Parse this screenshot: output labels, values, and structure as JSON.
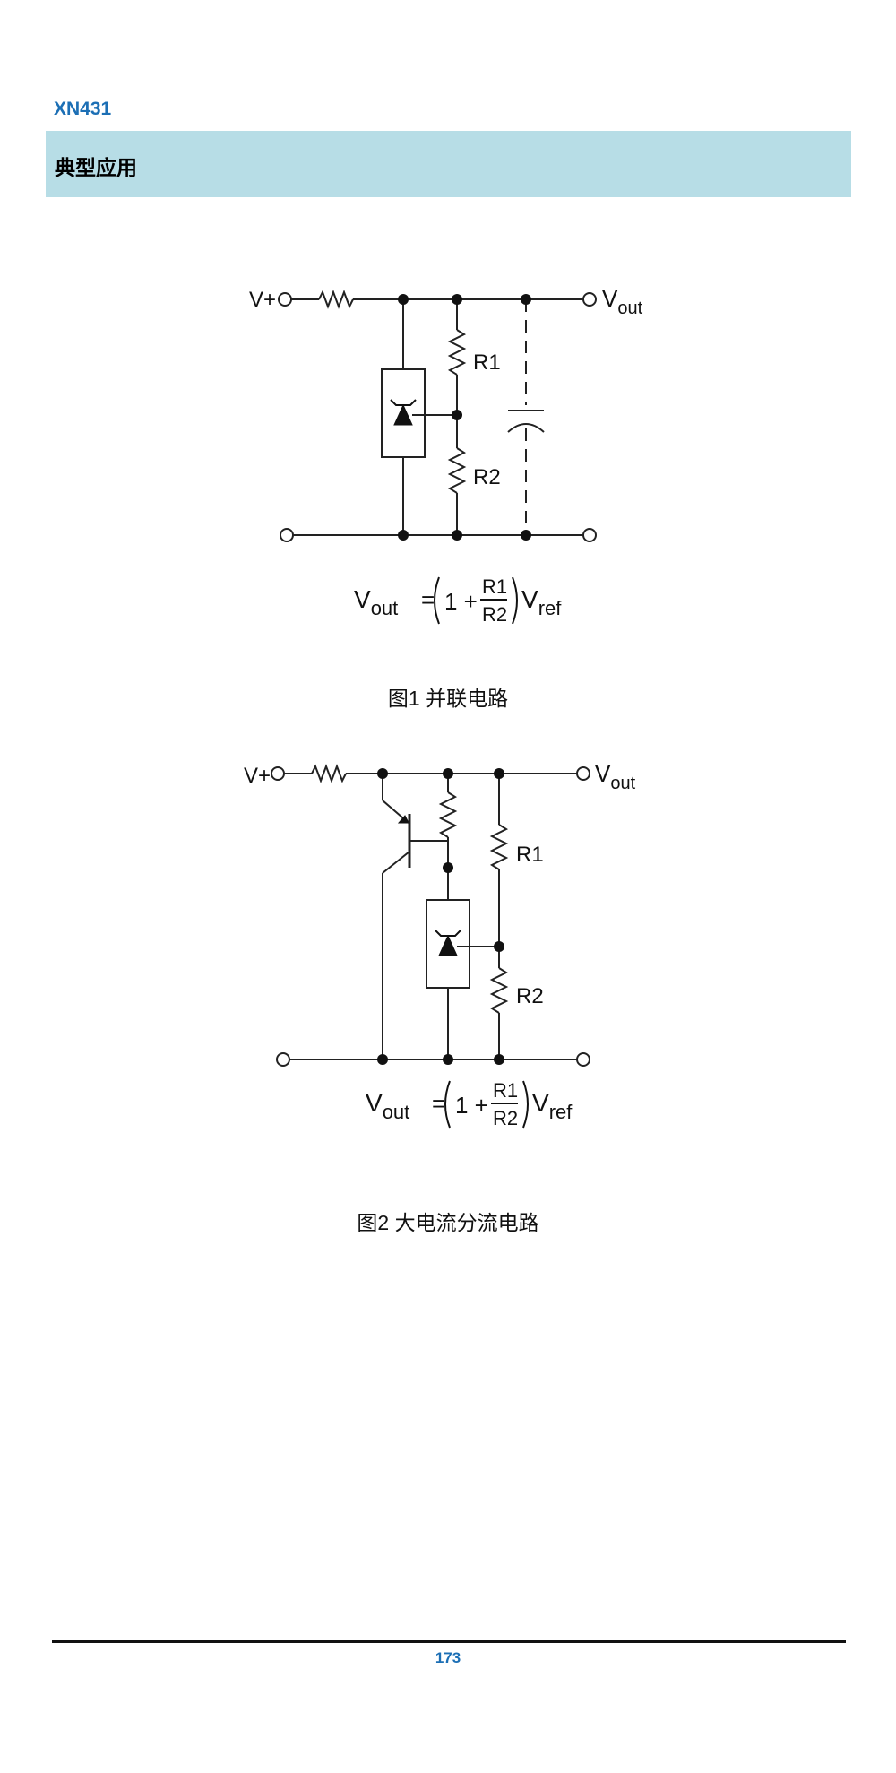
{
  "header": {
    "part_number": "XN431"
  },
  "section": {
    "title": "典型应用"
  },
  "figure1": {
    "caption": "图1 并联电路",
    "label_vplus": "V+",
    "label_vout_main": "V",
    "label_vout_sub": "out",
    "label_r1": "R1",
    "label_r2": "R2",
    "formula": {
      "lhs_main": "V",
      "lhs_sub": "out",
      "equals": "=",
      "one_plus": "1 +",
      "num": "R1",
      "den": "R2",
      "rhs_main": "V",
      "rhs_sub": "ref"
    }
  },
  "figure2": {
    "caption": "图2 大电流分流电路",
    "label_vplus": "V+",
    "label_vout_main": "V",
    "label_vout_sub": "out",
    "label_r1": "R1",
    "label_r2": "R2",
    "formula": {
      "lhs_main": "V",
      "lhs_sub": "out",
      "equals": "=",
      "one_plus": "1 +",
      "num": "R1",
      "den": "R2",
      "rhs_main": "V",
      "rhs_sub": "ref"
    }
  },
  "footer": {
    "page_number": "173"
  }
}
